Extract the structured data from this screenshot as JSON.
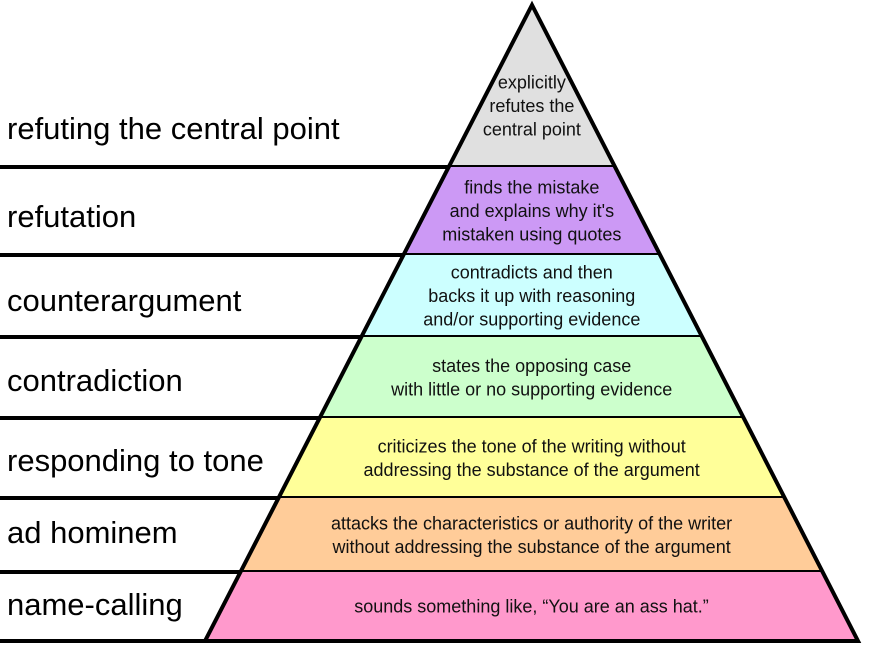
{
  "levels": [
    {
      "name": "refuting the central point",
      "description": [
        "explicitly",
        "refutes the",
        "central point"
      ],
      "color": "#e0e0e0"
    },
    {
      "name": "refutation",
      "description": [
        "finds the mistake",
        "and explains why it's",
        "mistaken using quotes"
      ],
      "color": "#cc99f5"
    },
    {
      "name": "counterargument",
      "description": [
        "contradicts and then",
        "backs it up with reasoning",
        "and/or supporting evidence"
      ],
      "color": "#ccffff"
    },
    {
      "name": "contradiction",
      "description": [
        "states the opposing case",
        "with little or no supporting evidence"
      ],
      "color": "#ccffcc"
    },
    {
      "name": "responding to tone",
      "description": [
        "criticizes the tone of the writing without",
        "addressing the substance of the argument"
      ],
      "color": "#ffff99"
    },
    {
      "name": "ad hominem",
      "description": [
        "attacks the characteristics or authority of the writer",
        "without addressing the substance of the argument"
      ],
      "color": "#ffcc99"
    },
    {
      "name": "name-calling",
      "description": [
        "sounds something like, “You are an ass hat.”"
      ],
      "color": "#ff99cc"
    }
  ]
}
